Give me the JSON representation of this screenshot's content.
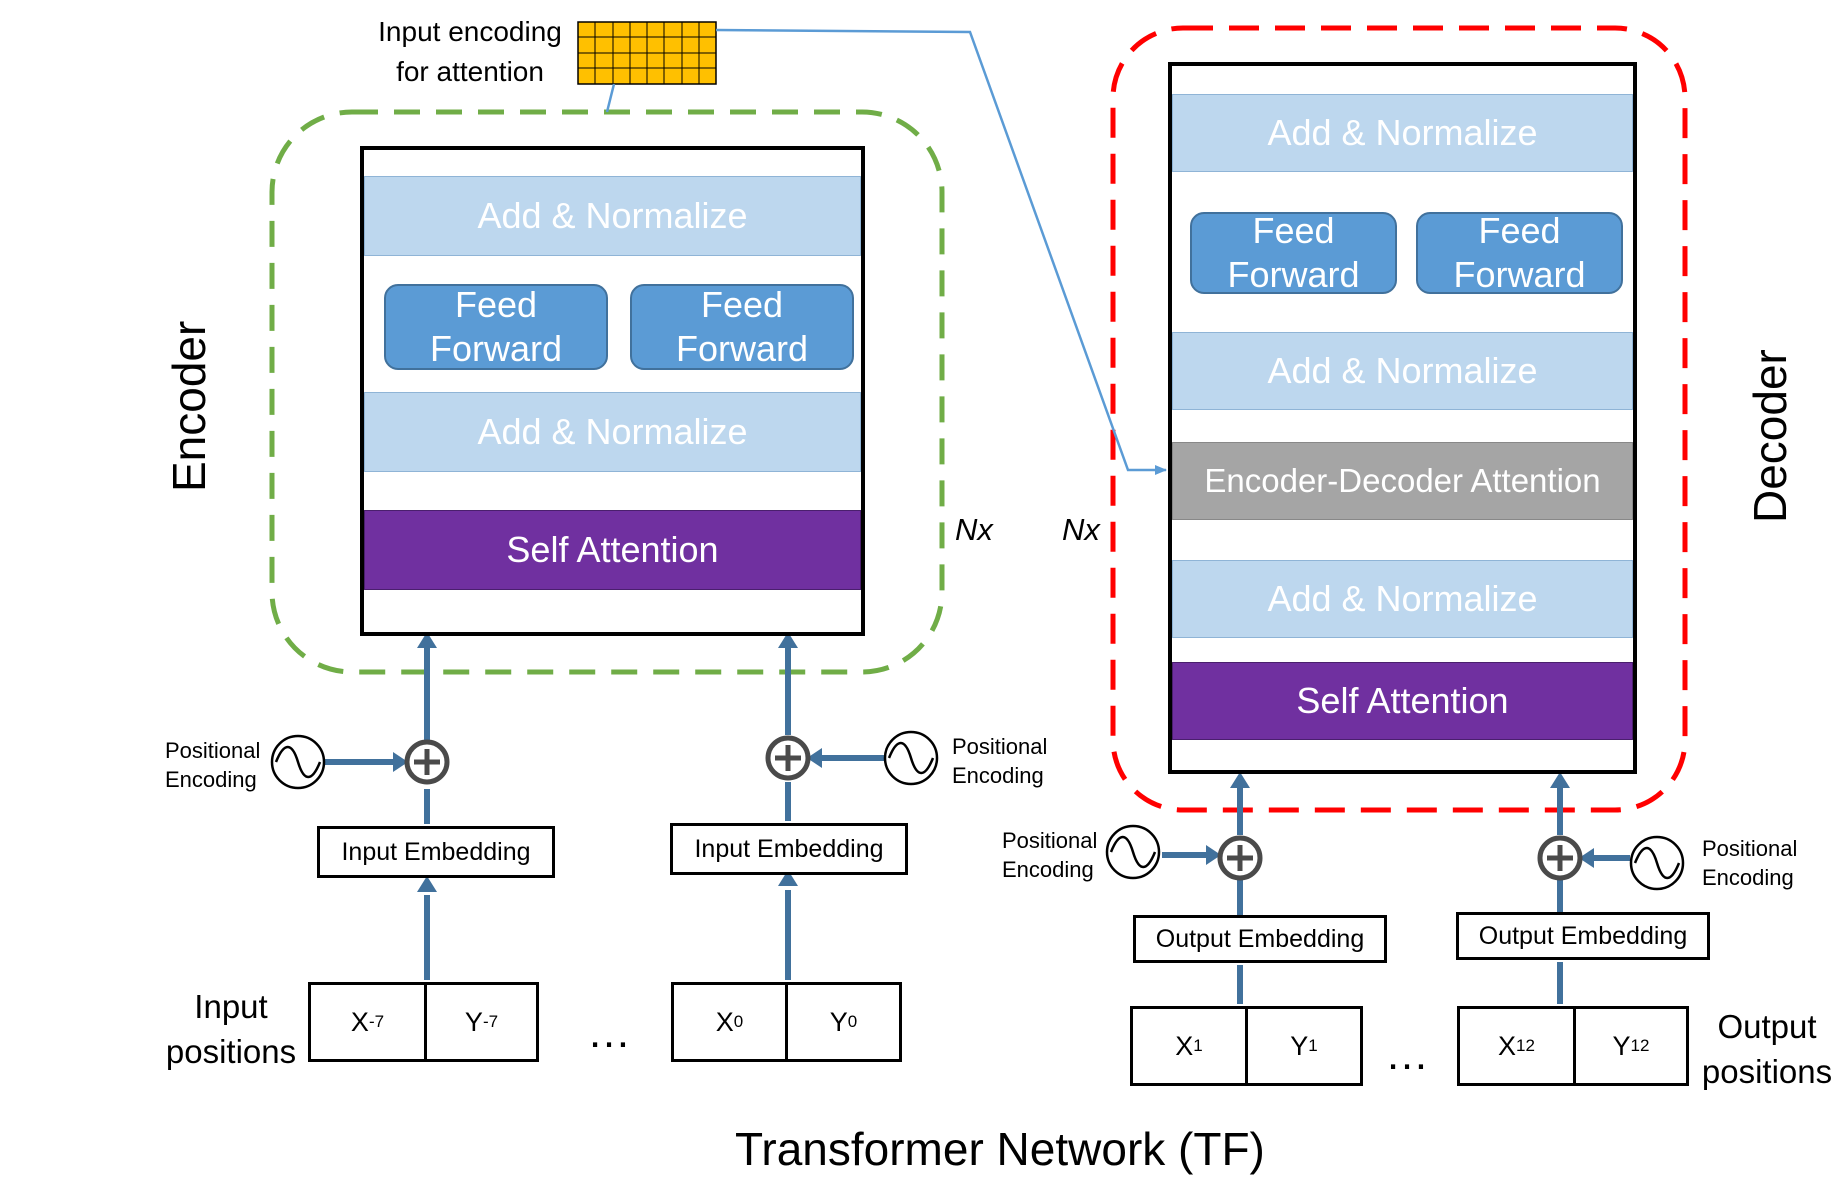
{
  "title": "Transformer Network (TF)",
  "input_encoding_label": [
    "Input encoding",
    "for attention"
  ],
  "encoder": {
    "side_label": "Encoder",
    "repeat_label": "Nx",
    "add_normalize_top": "Add & Normalize",
    "feed_forward_1": [
      "Feed",
      "Forward"
    ],
    "feed_forward_2": [
      "Feed",
      "Forward"
    ],
    "add_normalize_bottom": "Add & Normalize",
    "self_attention": "Self Attention",
    "inputs": [
      {
        "positional_encoding": [
          "Positional",
          "Encoding"
        ],
        "embedding": "Input Embedding",
        "x": {
          "base": "X",
          "sub": "-7"
        },
        "y": {
          "base": "Y",
          "sub": "-7"
        }
      },
      {
        "positional_encoding": [
          "Positional",
          "Encoding"
        ],
        "embedding": "Input Embedding",
        "x": {
          "base": "X",
          "sub": "0"
        },
        "y": {
          "base": "Y",
          "sub": "0"
        }
      }
    ],
    "positions_label": [
      "Input",
      "positions"
    ],
    "ellipsis": "…"
  },
  "decoder": {
    "side_label": "Decoder",
    "repeat_label": "Nx",
    "add_normalize_top": "Add & Normalize",
    "feed_forward_1": [
      "Feed",
      "Forward"
    ],
    "feed_forward_2": [
      "Feed",
      "Forward"
    ],
    "add_normalize_mid": "Add & Normalize",
    "encoder_decoder_attention": "Encoder-Decoder Attention",
    "add_normalize_bottom": "Add & Normalize",
    "self_attention": "Self Attention",
    "outputs": [
      {
        "positional_encoding": [
          "Positional",
          "Encoding"
        ],
        "embedding": "Output Embedding",
        "x": {
          "base": "X",
          "sub": "1"
        },
        "y": {
          "base": "Y",
          "sub": "1"
        }
      },
      {
        "positional_encoding": [
          "Positional",
          "Encoding"
        ],
        "embedding": "Output Embedding",
        "x": {
          "base": "X",
          "sub": "12"
        },
        "y": {
          "base": "Y",
          "sub": "12"
        }
      }
    ],
    "positions_label": [
      "Output",
      "positions"
    ],
    "ellipsis": "…"
  },
  "colors": {
    "add_normalize": "#bdd7ee",
    "feed_forward": "#5b9bd5",
    "self_attention": "#7030a0",
    "encoder_decoder_attention": "#a5a5a5",
    "encoder_boundary": "#70ad47",
    "decoder_boundary": "#ff0000",
    "arrow": "#41719c",
    "encoding_grid": "#ffc000"
  }
}
